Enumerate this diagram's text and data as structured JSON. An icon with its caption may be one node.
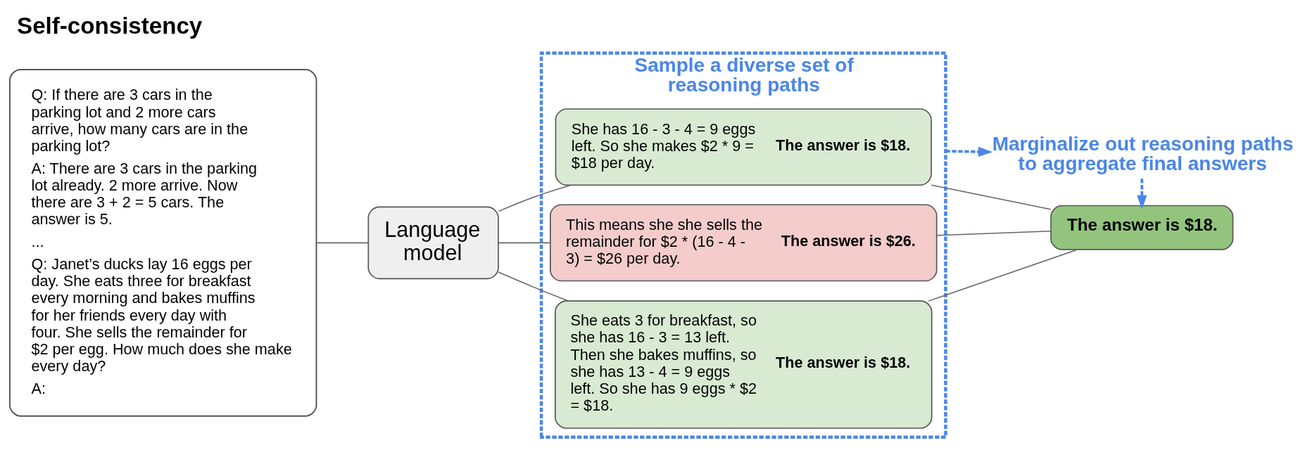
{
  "diagram": {
    "title": "Self-consistency",
    "nodes": [
      {
        "text": [
          "Q: If there are 3 cars in the parking lot and 2 more cars arrive, how many cars are in the parking lot?",
          "A: There are 3 cars in the parking lot already. 2 more arrive. Now there are 3 + 2 = 5 cars. The answer is 5.",
          "...",
          "Q: Janet’s ducks lay 16 eggs per day. She eats three for breakfast every morning and bakes muffins for her friends every day with four. She sells the remainder for $2 per egg. How much does she make every day?",
          "A:"
        ]
      },
      {
        "text": [
          "Language model"
        ]
      },
      {
        "text": [
          "Sample a diverse set of reasoning paths"
        ]
      },
      {
        "text": [
          "She has 16 - 3 - 4 = 9 eggs left. So she makes $2 * 9 = $18 per day.",
          "The answer is $18."
        ],
        "in": 2
      },
      {
        "text": [
          "This means she she sells the remainder for $2 * (16 - 4 - 3) = $26 per day.",
          "The answer is $26."
        ],
        "in": 2
      },
      {
        "text": [
          "She eats 3 for breakfast, so she has 16 - 3 = 13 left. Then she bakes muffins, so she has 13 - 4 = 9 eggs left. So she has 9 eggs * $2 = $18.",
          "The answer is $18."
        ],
        "in": 2
      },
      {
        "text": [
          "Marginalize out reasoning paths to aggregate final answers"
        ]
      },
      {
        "text": [
          "The answer is $18."
        ]
      }
    ],
    "edges": [
      {
        "from": 0,
        "to": 1,
        "arrow": "none"
      },
      {
        "from": 1,
        "to": 3,
        "arrow": "none"
      },
      {
        "from": 1,
        "to": 4,
        "arrow": "none"
      },
      {
        "from": 1,
        "to": 5,
        "arrow": "none"
      },
      {
        "from": 3,
        "to": 7,
        "arrow": "none"
      },
      {
        "from": 4,
        "to": 7,
        "arrow": "none"
      },
      {
        "from": 5,
        "to": 7,
        "arrow": "none"
      },
      {
        "from": 2,
        "to": 6,
        "arrow": "to",
        "style": "dashed",
        "color": "#4a86e8"
      },
      {
        "from": 6,
        "to": 7,
        "arrow": "to",
        "style": "dashed",
        "color": "#4a86e8"
      }
    ]
  }
}
